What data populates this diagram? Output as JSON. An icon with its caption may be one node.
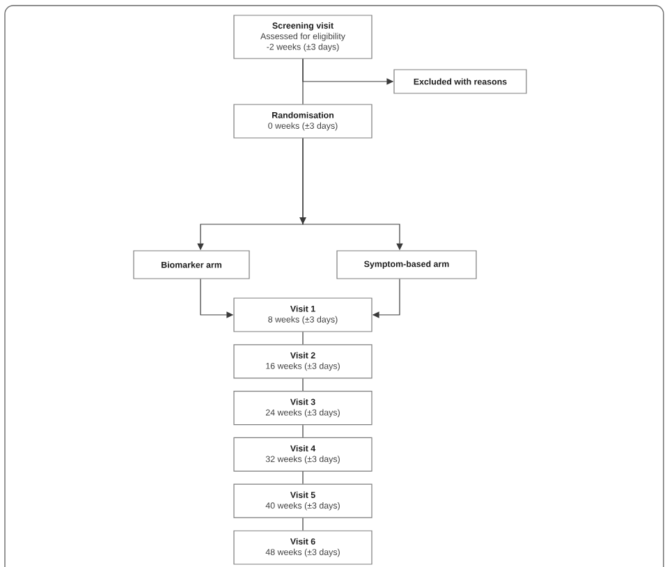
{
  "diagram": {
    "nodes": [
      {
        "text": [
          "Screening visit",
          "Assessed for eligibility",
          "-2 weeks (±3 days)"
        ]
      },
      {
        "text": [
          "Excluded with reasons"
        ]
      },
      {
        "text": [
          "Randomisation",
          "0 weeks (±3 days)"
        ]
      },
      {
        "text": [
          "Biomarker arm"
        ]
      },
      {
        "text": [
          "Symptom-based arm"
        ]
      },
      {
        "text": [
          "Visit 1",
          "8 weeks (±3 days)"
        ]
      },
      {
        "text": [
          "Visit 2",
          "16 weeks (±3 days)"
        ]
      },
      {
        "text": [
          "Visit 3",
          "24 weeks (±3 days)"
        ]
      },
      {
        "text": [
          "Visit 4",
          "32 weeks (±3 days)"
        ]
      },
      {
        "text": [
          "Visit 5",
          "40 weeks (±3 days)"
        ]
      },
      {
        "text": [
          "Visit 6",
          "48 weeks (±3 days)"
        ]
      }
    ],
    "edges": [
      {
        "from": 0,
        "to": 2,
        "arrow": "none"
      },
      {
        "from": 0,
        "to": 1,
        "arrow": "to"
      },
      {
        "from": 2,
        "to": 3,
        "arrow": "to"
      },
      {
        "from": 2,
        "to": 4,
        "arrow": "to"
      },
      {
        "from": 3,
        "to": 5,
        "arrow": "to"
      },
      {
        "from": 4,
        "to": 5,
        "arrow": "to"
      },
      {
        "from": 5,
        "to": 6,
        "arrow": "none"
      },
      {
        "from": 6,
        "to": 7,
        "arrow": "none"
      },
      {
        "from": 7,
        "to": 8,
        "arrow": "none"
      },
      {
        "from": 8,
        "to": 9,
        "arrow": "none"
      },
      {
        "from": 9,
        "to": 10,
        "arrow": "none"
      }
    ]
  }
}
